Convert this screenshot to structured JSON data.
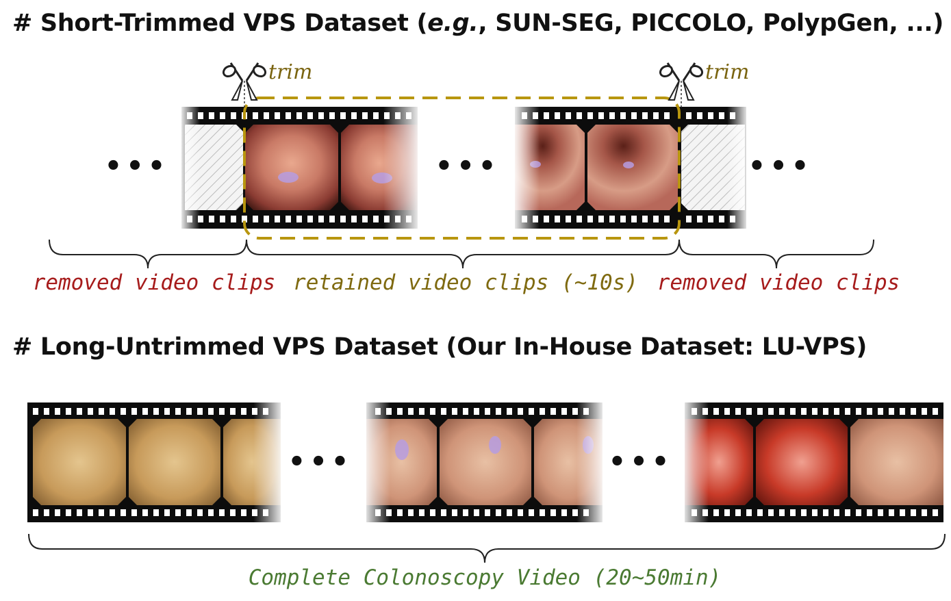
{
  "top_section": {
    "heading_prefix": "# Short-Trimmed VPS Dataset (",
    "heading_italic": "e.g.",
    "heading_suffix": ", SUN-SEG, PICCOLO, PolypGen, ...)",
    "trim_label_left": "trim",
    "trim_label_right": "trim",
    "label_removed_left": "removed video clips",
    "label_retained": "retained video clips (~10s)",
    "label_removed_right": "removed video clips",
    "ellipsis": "•••"
  },
  "bottom_section": {
    "heading": "# Long-Untrimmed VPS Dataset (Our In-House Dataset: LU-VPS)",
    "label_complete": "Complete Colonoscopy Video (20~50min)",
    "ellipsis": "•••"
  },
  "colors": {
    "removed": "#a61b1b",
    "retained": "#7f6a10",
    "complete": "#4a7a32",
    "trim_box": "#b8960f",
    "polyp_mask": "#b69ce0"
  },
  "icons": [
    "scissors-icon",
    "scissors-icon"
  ]
}
